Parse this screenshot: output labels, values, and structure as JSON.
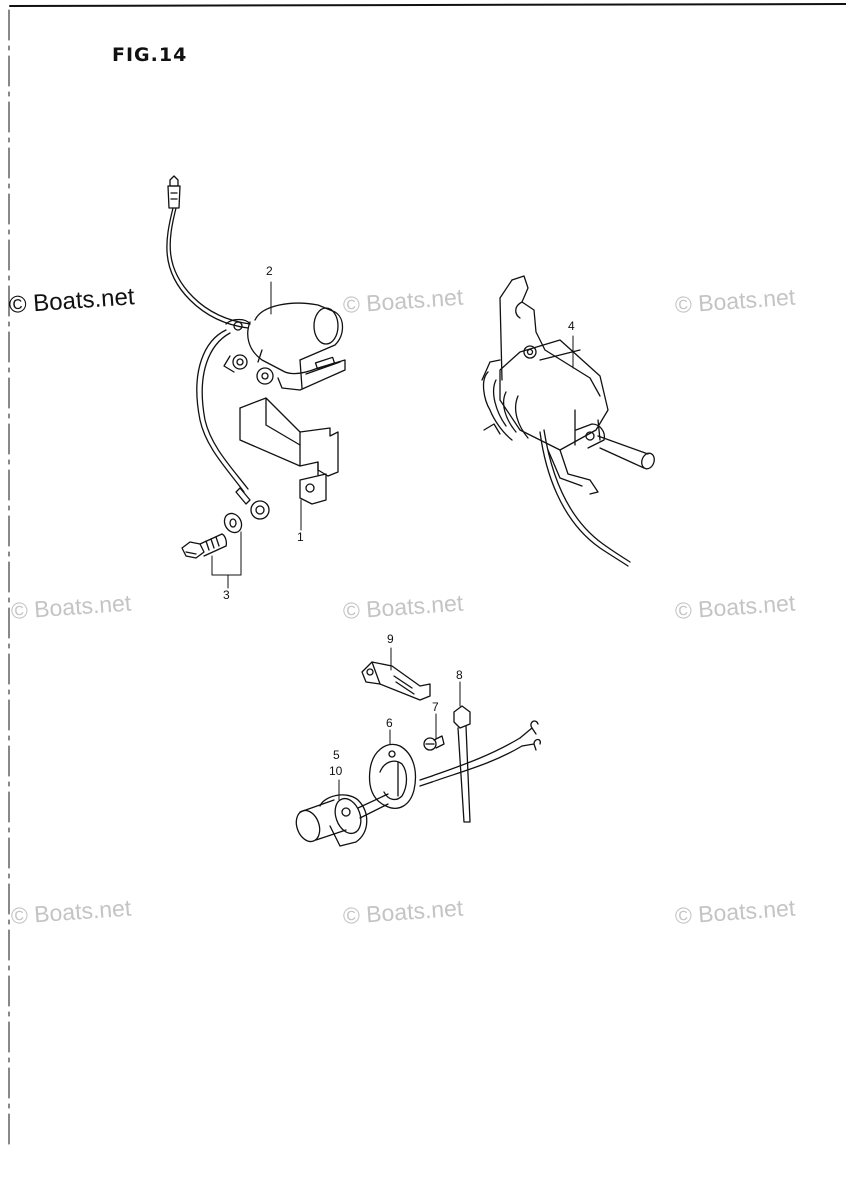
{
  "figure": {
    "title": "FIG.14"
  },
  "watermark": {
    "text": "© Boats.net"
  },
  "callouts": {
    "p1": "1",
    "p2": "2",
    "p3": "3",
    "p4": "4",
    "p5": "5",
    "p6": "6",
    "p7": "7",
    "p8": "8",
    "p9": "9",
    "p10": "10"
  },
  "colors": {
    "line": "#111111",
    "watermark": "#c4c4c4",
    "background": "#ffffff"
  }
}
